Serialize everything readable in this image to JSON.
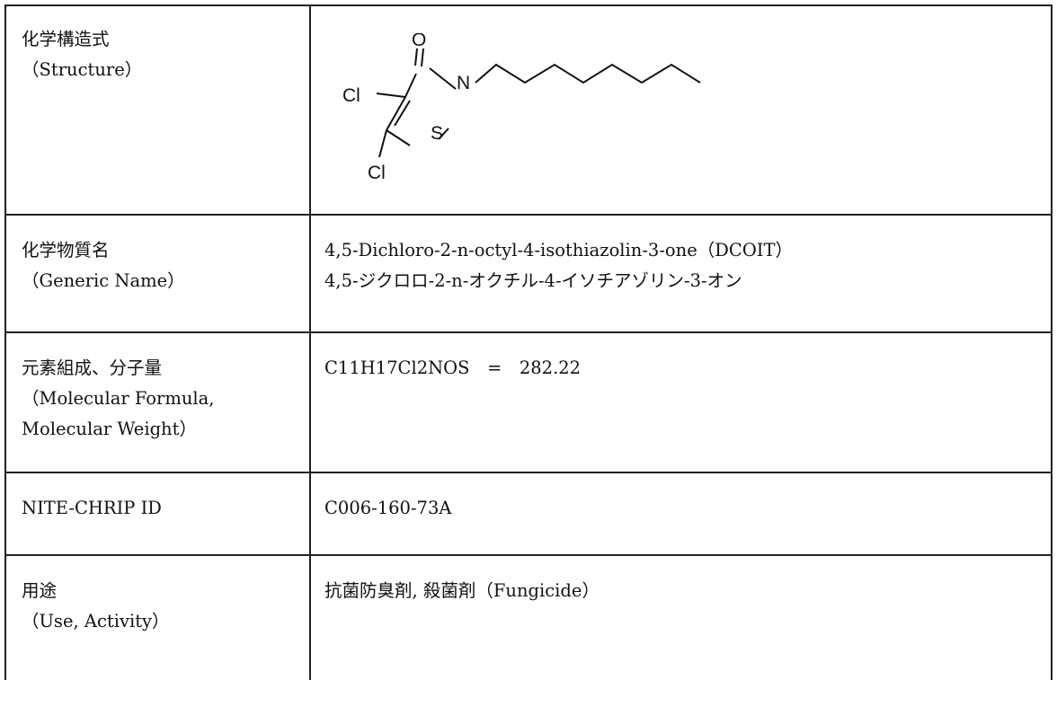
{
  "rows": [
    {
      "label_ja": "化学構造式",
      "label_en": "（Structure）",
      "structure": {
        "atoms": {
          "oxygen": "O",
          "nitrogen": "N",
          "sulfur": "S",
          "chlorine_1": "Cl",
          "chlorine_2": "Cl"
        }
      }
    },
    {
      "label_ja": "化学物質名",
      "label_en": "（Generic Name）",
      "value_1": "4,5-Dichloro-2-n-octyl-4-isothiazolin-3-one（DCOIT）",
      "value_2": "4,5-ジクロロ-2-n-オクチル-4-イソチアゾリン-3-オン"
    },
    {
      "label_ja": "元素組成、分子量",
      "label_en_1": "（Molecular Formula,",
      "label_en_2": "Molecular Weight）",
      "value_1": "C11H17Cl2NOS　=　282.22"
    },
    {
      "label_ja": "NITE-CHRIP ID",
      "value_1": "C006-160-73A"
    },
    {
      "label_ja": "用途",
      "label_en": "（Use, Activity）",
      "value_1": "抗菌防臭剤, 殺菌剤（Fungicide）"
    }
  ]
}
